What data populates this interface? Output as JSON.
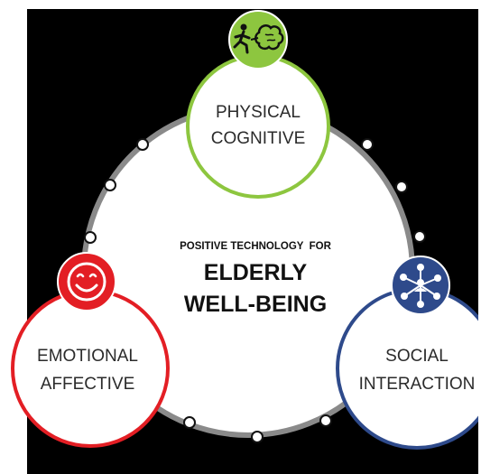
{
  "diagram": {
    "center": {
      "subtitle": "POSITIVE TECHNOLOGY  FOR",
      "title_line1": "ELDERLY",
      "title_line2": "WELL-BEING"
    },
    "nodes": [
      {
        "id": "physical-cognitive",
        "line1": "PHYSICAL",
        "line2": "COGNITIVE",
        "color": "#8dc63f",
        "icon": "runner-brain-icon"
      },
      {
        "id": "emotional-affective",
        "line1": "EMOTIONAL",
        "line2": "AFFECTIVE",
        "color": "#e31e24",
        "icon": "smiley-face-icon"
      },
      {
        "id": "social-interaction",
        "line1": "SOCIAL",
        "line2": "INTERACTION",
        "color": "#2e4a8b",
        "icon": "network-people-icon"
      }
    ],
    "colors": {
      "background": "#000000",
      "ring": "#8a8a8a",
      "fill": "#ffffff"
    }
  }
}
